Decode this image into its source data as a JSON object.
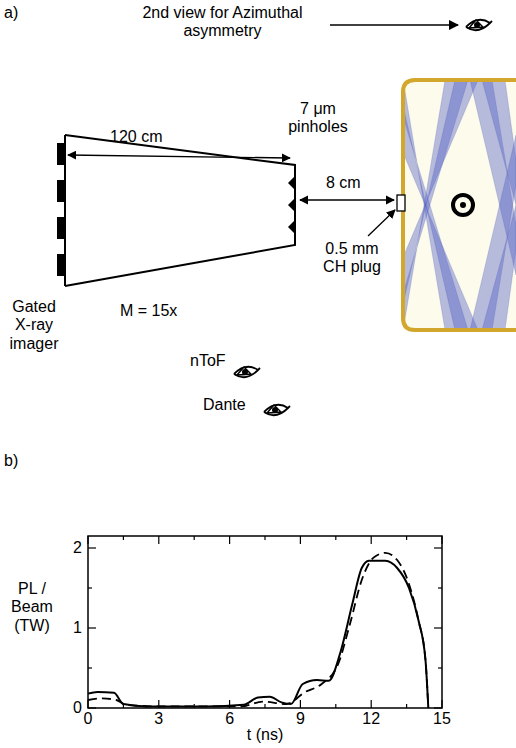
{
  "diagram": {
    "labels": [
      "a)",
      "2nd view for Azimuthal asymmetry",
      "7 μm pinholes",
      "120 cm",
      "8 cm",
      "0.5 mm CH plug",
      "Gated X-ray imager",
      "M = 15x",
      "nToF",
      "Dante",
      "b)",
      "PL / Beam (TW)",
      "0",
      "1",
      "2",
      "0",
      "3",
      "6",
      "9",
      "12",
      "15",
      "t (ns)"
    ]
  }
}
